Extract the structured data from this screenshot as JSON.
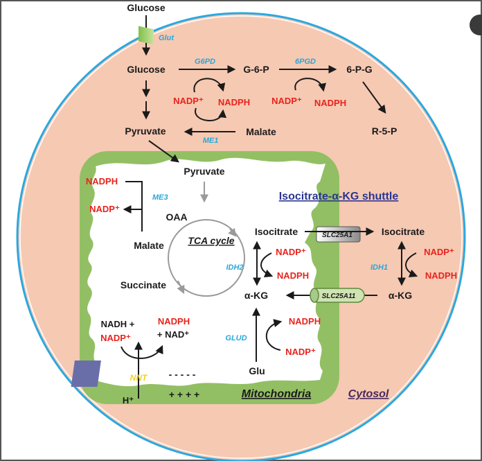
{
  "labels": {
    "glucose_top": "Glucose",
    "glut": "Glut",
    "glucose": "Glucose",
    "g6pd": "G6PD",
    "g6p": "G-6-P",
    "pgd": "6PGD",
    "pg": "6-P-G",
    "nadp_1": "NADP⁺",
    "nadph_1": "NADPH",
    "nadp_2": "NADP⁺",
    "nadph_2": "NADPH",
    "pyruvate_cyto": "Pyruvate",
    "malate_cyto": "Malate",
    "me1": "ME1",
    "r5p": "R-5-P",
    "pyruvate_mito": "Pyruvate",
    "nadph_me3": "NADPH",
    "me3": "ME3",
    "nadp_me3": "NADP⁺",
    "oaa": "OAA",
    "malate_mito": "Malate",
    "tca": "TCA cycle",
    "succinate": "Succinate",
    "shuttle_title": "Isocitrate-α-KG shuttle",
    "isocitrate_mito": "Isocitrate",
    "slc25a1": "SLC25A1",
    "isocitrate_cyto": "Isocitrate",
    "idh2": "IDH2",
    "nadp_idh2": "NADP⁺",
    "nadph_idh2": "NADPH",
    "idh1": "IDH1",
    "nadp_idh1": "NADP⁺",
    "nadph_idh1": "NADPH",
    "akg_mito": "α-KG",
    "slc25a11": "SLC25A11",
    "akg_cyto": "α-KG",
    "nadh_plus": "NADH +",
    "nadp_nnt": "NADP⁺",
    "nadph_nnt": "NADPH",
    "nad_nnt": "+ NAD⁺",
    "glud": "GLUD",
    "nadph_glud": "NADPH",
    "nadp_glud": "NADP⁺",
    "nnt": "NNT",
    "minus": "- - - - -",
    "plus": "+ + + +",
    "hplus": "H⁺",
    "glu": "Glu",
    "mitochondria": "Mitochondria",
    "cytosol": "Cytosol"
  },
  "colors": {
    "cell_fill": "#f6c9b3",
    "cell_border": "#29a8e0",
    "mito_fill": "#93bf64",
    "matrix_fill": "#ffffff",
    "substrate": "#1a1a1a",
    "cofactor": "#e8231c",
    "enzyme": "#2aa7d8",
    "nnt_fill": "#6a6ea8",
    "nnt_text": "#f2d21a"
  }
}
